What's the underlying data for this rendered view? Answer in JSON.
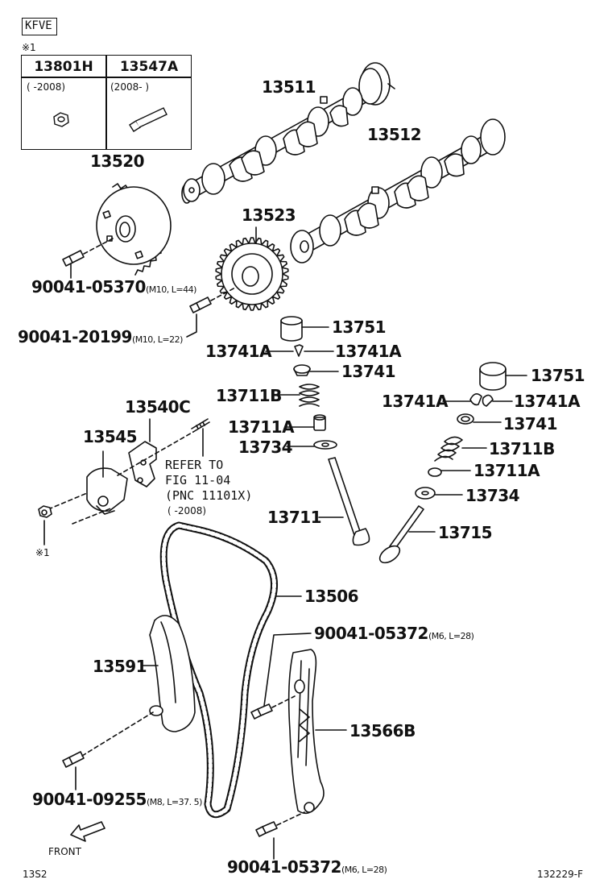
{
  "engine_code": "KFVE",
  "note_mark": "※1",
  "table": {
    "columns": [
      {
        "part": "13801H",
        "range": "(      -2008)"
      },
      {
        "part": "13547A",
        "range": "(2008-      )"
      }
    ]
  },
  "callouts": {
    "camshaft_1": "13511",
    "camshaft_2": "13512",
    "vvt_gear": "13520",
    "bolt_vvt": {
      "part": "90041-05370",
      "spec": "(M10, L=44)"
    },
    "cam_sprocket": "13523",
    "bolt_sprocket": {
      "part": "90041-20199",
      "spec": "(M10, L=22)"
    },
    "lifter_left": "13751",
    "keeper_left_a": "13741A",
    "keeper_left_b": "13741A",
    "retainer_left": "13741",
    "spring_left": "13711B",
    "seal_left": "13711A",
    "seat_left": "13734",
    "valve_left": "13711",
    "lifter_right": "13751",
    "keeper_right_a": "13741A",
    "keeper_right_b": "13741A",
    "retainer_right": "13741",
    "spring_right": "13711B",
    "seal_right": "13711A",
    "seat_right": "13734",
    "valve_right": "13715",
    "tensioner_gasket": "13540C",
    "tensioner": "13545",
    "nut_mark": "※1",
    "chain": "13506",
    "slipper": "13591",
    "bolt_damper_top": {
      "part": "90041-05372",
      "spec": "(M6, L=28)"
    },
    "damper": "13566B",
    "bolt_slipper": {
      "part": "90041-09255",
      "spec": "(M8, L=37. 5)"
    },
    "bolt_damper_bottom": {
      "part": "90041-05372",
      "spec": "(M6, L=28)"
    }
  },
  "refer": {
    "line1": "REFER TO",
    "line2": "FIG 11-04",
    "line3": "(PNC 11101X)",
    "line4": "(      -2008)"
  },
  "front_label": "FRONT",
  "footer_left": "13S2",
  "footer_right": "132229-F"
}
